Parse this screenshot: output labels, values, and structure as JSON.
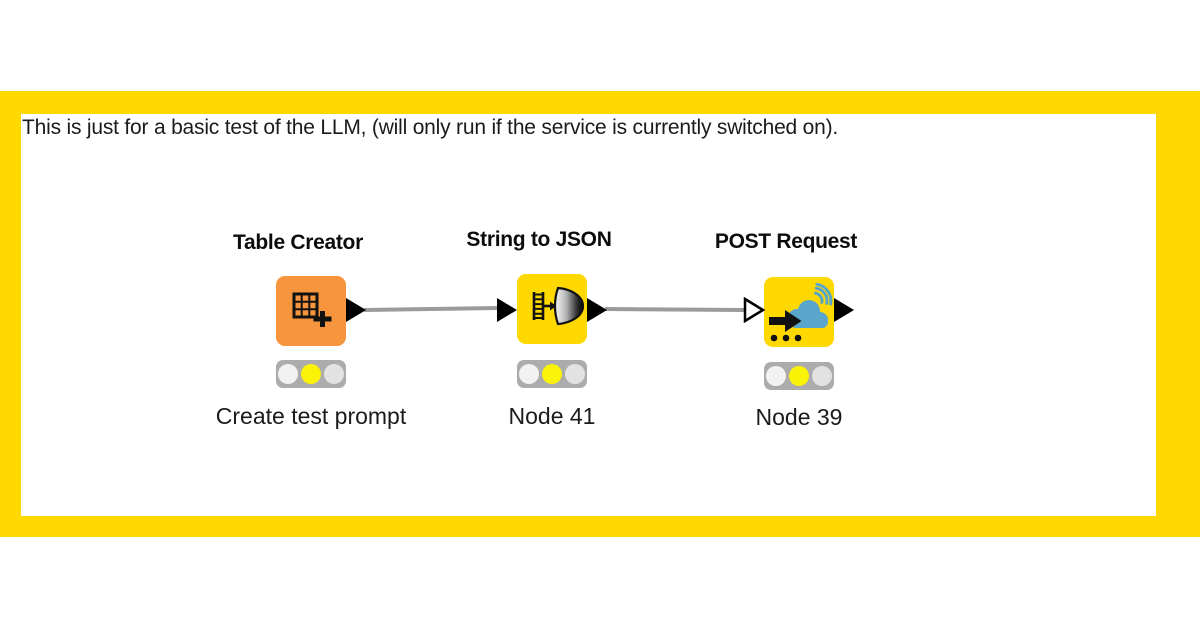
{
  "annotation": {
    "text": "This is just for a basic test of the LLM, (will only run if the service is currently switched on)."
  },
  "nodes": [
    {
      "title": "Table Creator",
      "label": "Create test prompt",
      "icon": "table-plus-icon",
      "traffic_light": {
        "red": false,
        "yellow": true,
        "green": false
      }
    },
    {
      "title": "String to JSON",
      "label": "Node 41",
      "icon": "column-to-json-icon",
      "traffic_light": {
        "red": false,
        "yellow": true,
        "green": false
      }
    },
    {
      "title": "POST Request",
      "label": "Node 39",
      "icon": "cloud-post-icon",
      "traffic_light": {
        "red": false,
        "yellow": true,
        "green": false
      }
    }
  ],
  "connections": [
    {
      "from": "Table Creator",
      "to": "String to JSON"
    },
    {
      "from": "String to JSON",
      "to": "POST Request"
    }
  ],
  "colors": {
    "frame_yellow": "#FFD800",
    "node_yellow": "#FFD800",
    "source_orange": "#F6953E",
    "connection_gray": "#9B9B9B",
    "traffic_body": "#ACACAC",
    "traffic_on_yellow": "#FAF207",
    "traffic_off_white": "#F2F2F2",
    "traffic_off_gray": "#E2E2E2",
    "cloud_blue": "#58A6CC",
    "glyph_black": "#111111"
  }
}
